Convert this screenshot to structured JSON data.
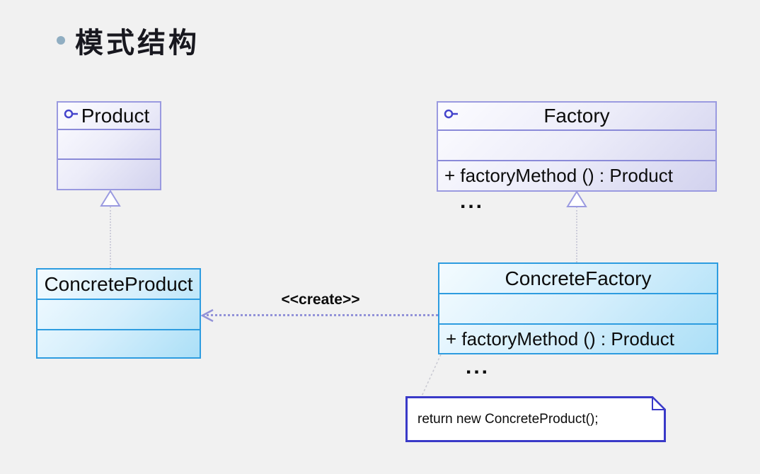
{
  "slide": {
    "title": "模式结构"
  },
  "diagram": {
    "product": {
      "name": "Product"
    },
    "factory": {
      "name": "Factory",
      "method": "+ factoryMethod () : Product",
      "ellipsis": "..."
    },
    "concrete_product": {
      "name": "ConcreteProduct"
    },
    "concrete_factory": {
      "name": "ConcreteFactory",
      "method": "+ factoryMethod () : Product",
      "ellipsis": "..."
    },
    "create_arrow": {
      "label": "<<create>>"
    },
    "note": {
      "text": "return new ConcreteProduct();"
    }
  },
  "colors": {
    "slide_background": "#f1f1f1",
    "bullet": "#90aec2",
    "title_text": "#18181f",
    "interface_box_border": "#9a9ae0",
    "interface_box_fill_start": "#fcfcff",
    "interface_box_fill_end": "#d2d2ee",
    "interface_separator": "#8a8ad8",
    "concrete_box_border": "#2d9ce0",
    "concrete_box_fill_start": "#f3fbff",
    "concrete_box_fill_end": "#abdff7",
    "lollipop_icon": "#4444cc",
    "realization_line": "#cdcdda",
    "create_arrow_line": "#9292d8",
    "note_border": "#3a3ac8",
    "note_fill": "#ffffff",
    "text": "#0c0c0c"
  }
}
